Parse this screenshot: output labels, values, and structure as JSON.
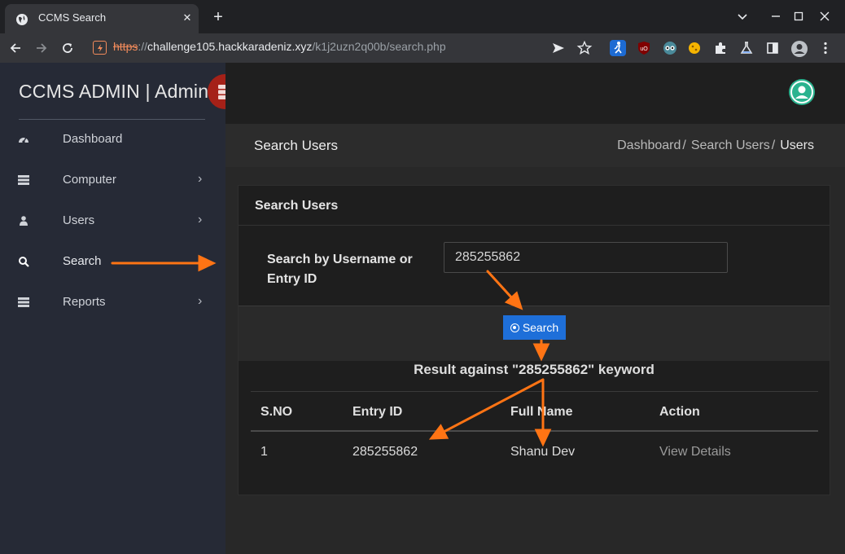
{
  "browser": {
    "tab_title": "CCMS Search",
    "tab_close": "✕",
    "new_tab": "+",
    "url_scheme": "https",
    "url_sep": "://",
    "url_host": "challenge105.hackkaradeniz.xyz",
    "url_path": "/k1j2uzn2q00b/search.php"
  },
  "brand": "CCMS ADMIN | Admin",
  "sidebar": {
    "items": [
      {
        "label": "Dashboard",
        "icon": "dashboard-icon",
        "has_children": false
      },
      {
        "label": "Computer",
        "icon": "list-icon",
        "has_children": true
      },
      {
        "label": "Users",
        "icon": "user-icon",
        "has_children": true
      },
      {
        "label": "Search",
        "icon": "search-icon",
        "has_children": false
      },
      {
        "label": "Reports",
        "icon": "list-icon",
        "has_children": true
      }
    ]
  },
  "page_header": {
    "title": "Search Users",
    "breadcrumb": [
      "Dashboard",
      "Search Users",
      "Users"
    ]
  },
  "card": {
    "title": "Search Users",
    "form_label": "Search by Username or Entry ID",
    "search_value": "285255862",
    "search_button": "Search",
    "result_caption": "Result against \"285255862\" keyword"
  },
  "table": {
    "headers": [
      "S.NO",
      "Entry ID",
      "Full Name",
      "Action"
    ],
    "rows": [
      {
        "sno": "1",
        "entry_id": "285255862",
        "full_name": "Shanu Dev",
        "action": "View Details"
      }
    ]
  },
  "colors": {
    "annotation_arrow": "#ff7414",
    "sidebar_bg": "#262a36",
    "brand_toggle": "#a52118",
    "button_primary": "#1e6fd9",
    "avatar": "#2bb38f"
  }
}
